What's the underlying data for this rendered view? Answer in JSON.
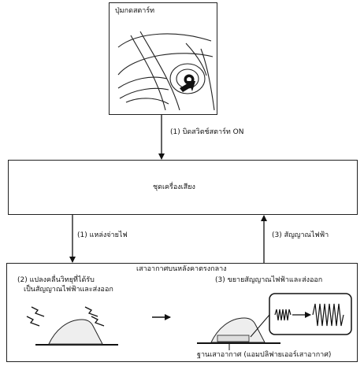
{
  "start_button": {
    "label": "ปุ่มกดสตาร์ท"
  },
  "audio_unit": {
    "label": "ชุดเครื่องเสียง"
  },
  "steps": {
    "start_switch_on": "(1) บิดสวิตช์สตาร์ท ON",
    "power_supply": "(1) แหล่งจ่ายไฟ",
    "signal_to_audio": "(3) สัญญาณไฟฟ้า"
  },
  "antenna_panel": {
    "title": "เสาอากาศบนหลังคาตรงกลาง",
    "convert_line1": "(2) แปลงคลื่นวิทยุที่ได้รับ",
    "convert_line2": "เป็นสัญญาณไฟฟ้าและส่งออก",
    "amplify": "(3) ขยายสัญญาณไฟฟ้าและส่งออก",
    "base_label": "ฐานเสาอากาศ (แอมปลิฟายเออร์เสาอากาศ)"
  }
}
